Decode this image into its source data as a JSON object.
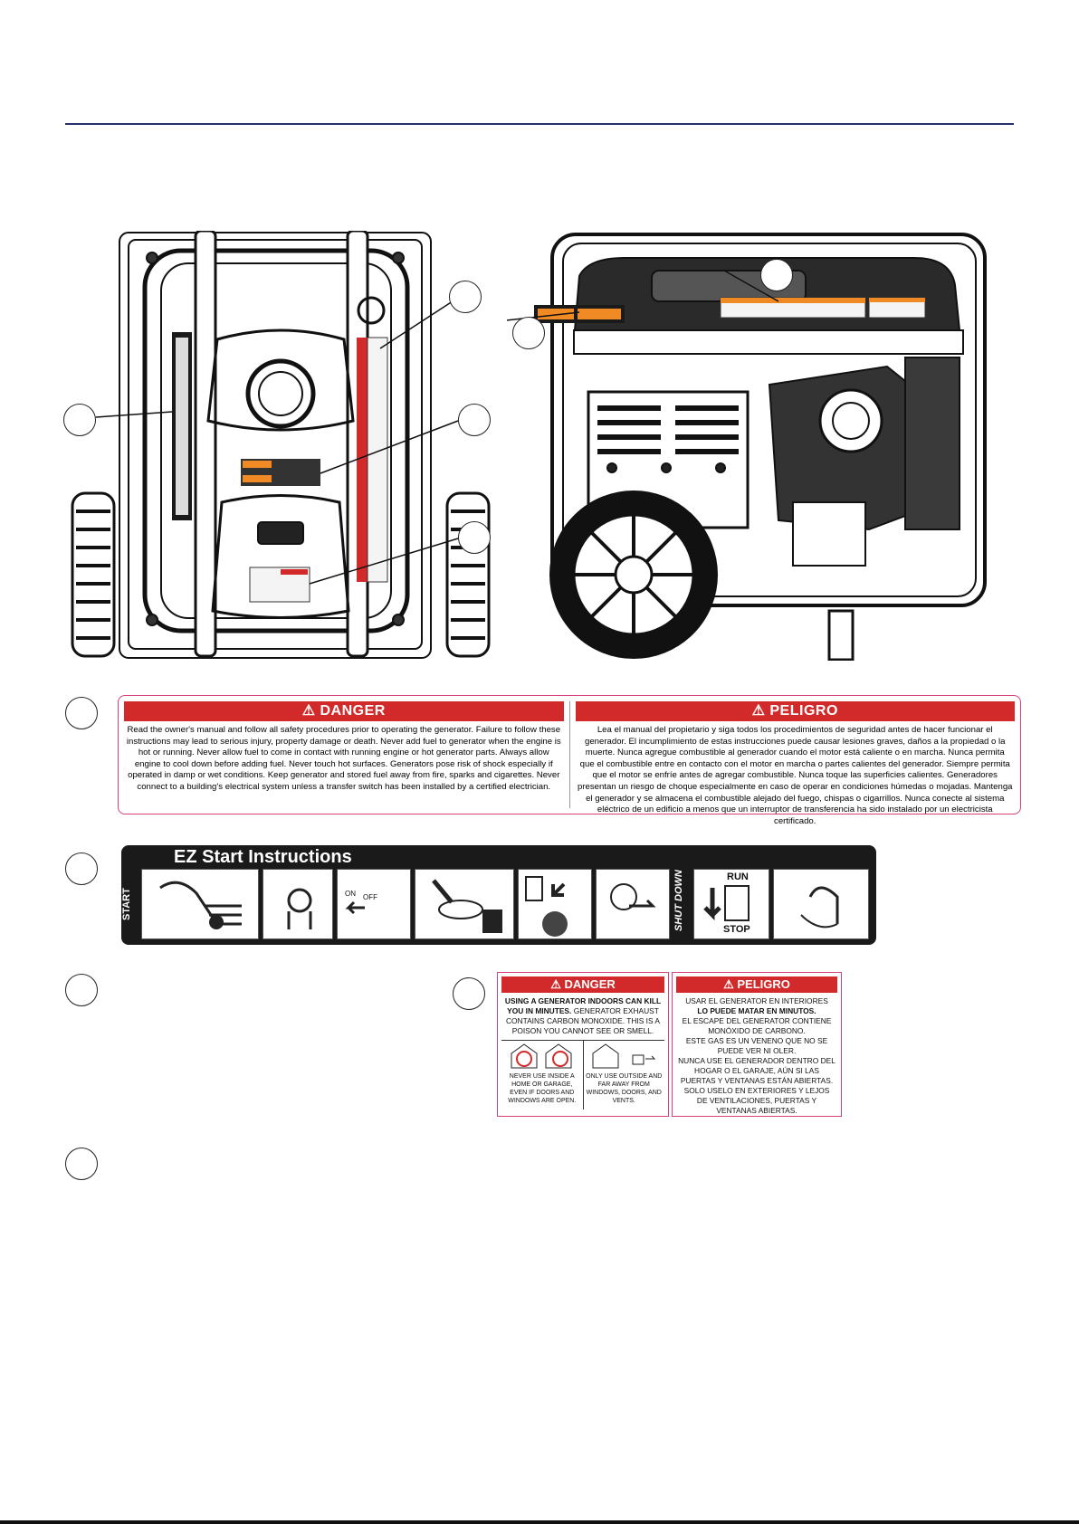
{
  "danger_label": {
    "en_title": "⚠ DANGER",
    "en_text": "Read the owner's manual and follow all safety procedures prior to operating the generator. Failure to follow these instructions may lead to serious injury, property damage or death. Never add fuel to generator when the engine is hot or running. Never allow fuel to come in contact with running engine or hot generator parts. Always allow engine to cool down before adding fuel. Never touch hot surfaces. Generators pose risk of shock especially if operated in damp or wet conditions. Keep generator and stored fuel away from fire, sparks and cigarettes. Never connect to a building's electrical system unless a transfer switch has been installed by a certified electrician.",
    "es_title": "⚠ PELIGRO",
    "es_text": "Lea el manual del propietario y siga todos los procedimientos de seguridad antes de hacer funcionar el generador. El incumplimiento de estas instrucciones puede causar lesiones graves, daños a la propiedad o la muerte. Nunca agregue combustible al generador cuando el motor está caliente o en marcha. Nunca permita que el combustible entre en contacto con el motor en marcha o partes calientes del generador. Siempre permita que el motor se enfríe antes de agregar combustible. Nunca toque las superficies calientes. Generadores presentan un riesgo de choque especialmente en caso de operar en condiciones húmedas o mojadas. Mantenga el generador y se almacena el combustible alejado del fuego, chispas o cigarrillos. Nunca conecte al sistema eléctrico de un edificio a menos que un interruptor de transferencia ha sido instalado por un electricista certificado."
  },
  "ez_label": {
    "title": "EZ Start Instructions",
    "start": "START",
    "shut_down": "SHUT DOWN",
    "run": "RUN",
    "stop": "STOP",
    "on": "ON",
    "off": "OFF"
  },
  "co_label": {
    "en_title": "⚠ DANGER",
    "en_text_bold1": "USING A GENERATOR INDOORS CAN KILL YOU IN MINUTES.",
    "en_text": "GENERATOR EXHAUST CONTAINS CARBON MONOXIDE. THIS IS A POISON YOU CANNOT SEE OR SMELL.",
    "never_use": "NEVER USE INSIDE A HOME OR GARAGE, EVEN IF DOORS AND WINDOWS ARE OPEN.",
    "only_use": "ONLY USE OUTSIDE AND FAR AWAY FROM WINDOWS, DOORS, AND VENTS.",
    "es_title": "⚠ PELIGRO",
    "es_line1": "USAR EL GENERATOR EN INTERIORES",
    "es_line2": "LO PUEDE MATAR EN MINUTOS.",
    "es_line3": "EL ESCAPE DEL GENERATOR CONTIENE MONÓXIDO DE CARBONO.",
    "es_line4": "ESTE GAS ES UN VENENO QUE NO SE PUEDE VER NI OLER.",
    "es_line5": "NUNCA USE EL GENERADOR DENTRO DEL HOGAR O EL GARAJE, AÚN SI LAS PUERTAS Y VENTANAS ESTÁN ABIERTAS.",
    "es_line6": "SOLO USELO EN EXTERIORES Y LEJOS DE VENTILACIONES, PUERTAS Y VENTANAS ABIERTAS."
  },
  "colors": {
    "danger_red": "#d22a2a",
    "rule_blue": "#27306b",
    "border_pink": "#d8407a"
  }
}
